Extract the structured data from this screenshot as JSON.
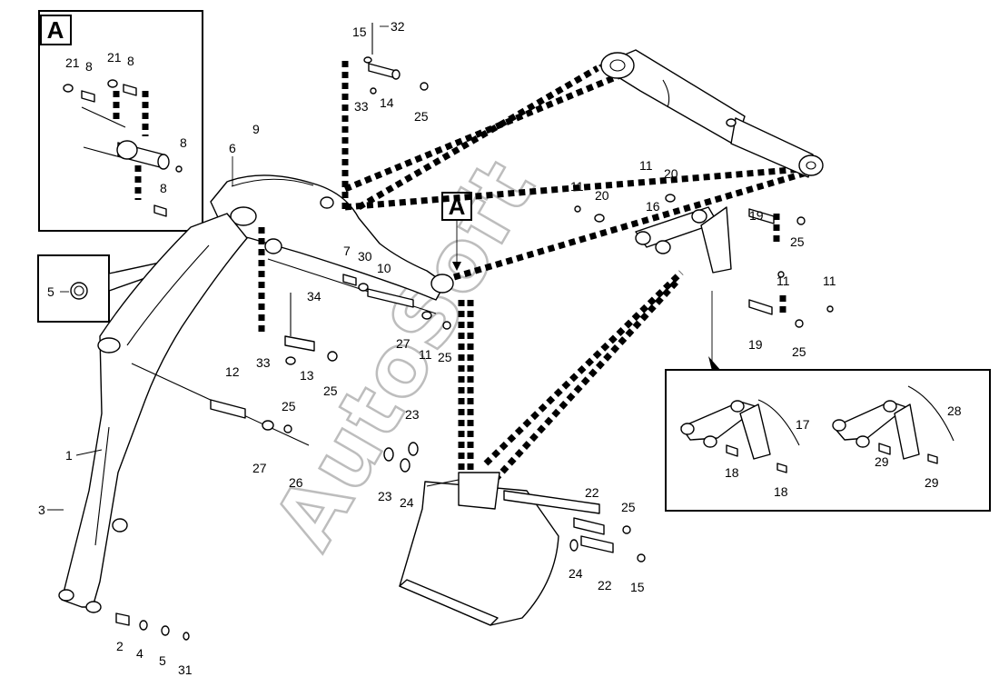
{
  "watermark": "AutoSoft",
  "flags": {
    "detail_a": "A",
    "main_a": "A"
  },
  "callouts": {
    "c32": "32",
    "c15a": "15",
    "c33a": "33",
    "c14": "14",
    "c25a": "25",
    "c9": "9",
    "c6": "6",
    "c5a": "5",
    "c7": "7",
    "c30": "30",
    "c10": "10",
    "c34": "34",
    "c27a": "27",
    "c11a": "11",
    "c25b": "25",
    "c33b": "33",
    "c13": "13",
    "c25c": "25",
    "c12": "12",
    "c25d": "25",
    "c27b": "27",
    "c26": "26",
    "c1": "1",
    "c3": "3",
    "c2": "2",
    "c4": "4",
    "c5b": "5",
    "c31": "31",
    "c23a": "23",
    "c23b": "23",
    "c24a": "24",
    "c22a": "22",
    "c25e": "25",
    "c24b": "24",
    "c22b": "22",
    "c15b": "15",
    "c11b": "11",
    "c20a": "20",
    "c11c": "11",
    "c20b": "20",
    "c16": "16",
    "c19a": "19",
    "c25f": "25",
    "c11d": "11",
    "c11e": "11",
    "c19b": "19",
    "c25g": "25",
    "c17": "17",
    "c18a": "18",
    "c18b": "18",
    "c28": "28",
    "c29a": "29",
    "c29b": "29",
    "a21a": "21",
    "a8a": "8",
    "a21b": "21",
    "a8b": "8",
    "a8c": "8",
    "a8d": "8"
  }
}
